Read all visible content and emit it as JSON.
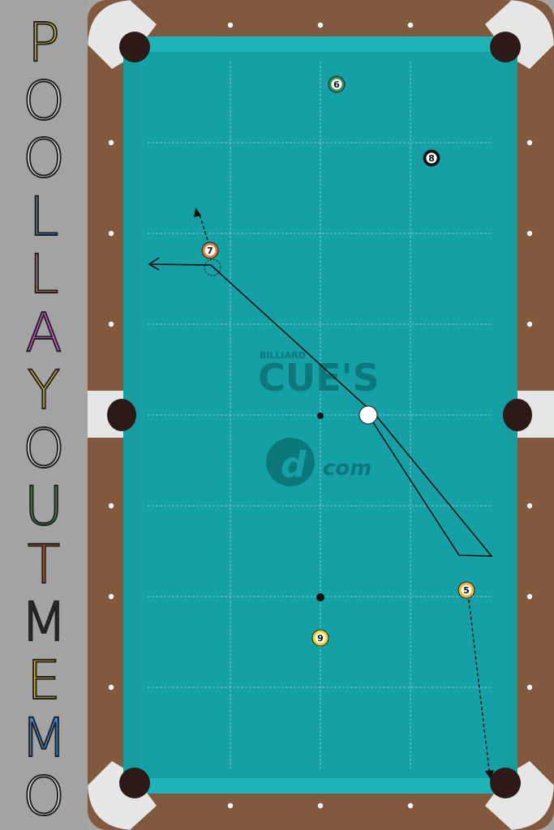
{
  "title": {
    "letters": [
      {
        "ch": "P",
        "color": "#f2d024"
      },
      {
        "ch": "O",
        "color": "#ffffff"
      },
      {
        "ch": "O",
        "color": "#ffffff"
      },
      {
        "ch": "L",
        "color": "#3a8fe0"
      },
      {
        "ch": "L",
        "color": "#ff6a6a"
      },
      {
        "ch": "A",
        "color": "#ff55ff"
      },
      {
        "ch": "Y",
        "color": "#f2d024"
      },
      {
        "ch": "O",
        "color": "#ffffff"
      },
      {
        "ch": "U",
        "color": "#3f9a4c"
      },
      {
        "ch": "T",
        "color": "#d96b1b"
      },
      {
        "ch": "M",
        "color": "#2a2a2a"
      },
      {
        "ch": "E",
        "color": "#f2d024"
      },
      {
        "ch": "M",
        "color": "#3a8fe0"
      },
      {
        "ch": "O",
        "color": "#ffffff"
      }
    ]
  },
  "watermark": {
    "small": "BILLIARD",
    "big": "CUE'S",
    "domain": "com",
    "logo_letter": "d"
  },
  "colors": {
    "felt": "#14a0a4",
    "rail_wood": "#80593f",
    "cushion": "#1db3b7",
    "pocket": "#2b1a17",
    "corner_metal": "#e6e6e6"
  },
  "balls": [
    {
      "id": "ball-6",
      "label": "6",
      "type": "stripe",
      "color": "#2e8b57"
    },
    {
      "id": "ball-8",
      "label": "8",
      "type": "solid",
      "color": "#111111"
    },
    {
      "id": "ball-7",
      "label": "7",
      "type": "stripe",
      "color": "#e07a30"
    },
    {
      "id": "ball-5",
      "label": "5",
      "type": "stripe",
      "color": "#f2b22c"
    },
    {
      "id": "ball-9",
      "label": "9",
      "type": "stripe",
      "color": "#f2d024"
    },
    {
      "id": "cue-ball",
      "label": "",
      "type": "cue",
      "color": "#ffffff"
    }
  ],
  "paths": {
    "cue_path": "solid",
    "object_paths": "dashed"
  }
}
